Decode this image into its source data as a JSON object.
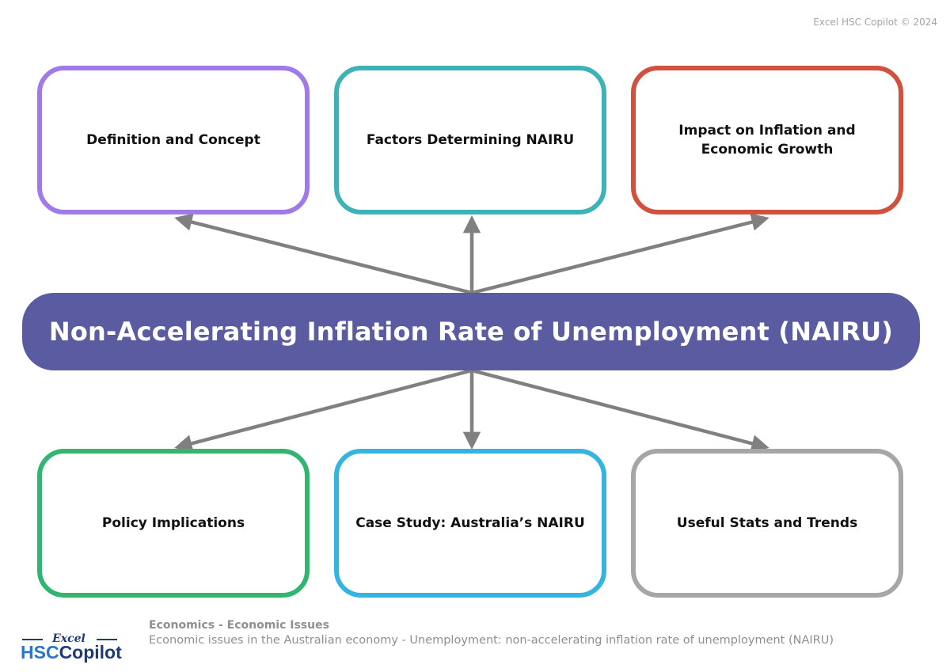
{
  "copyright": "Excel HSC Copilot © 2024",
  "center": {
    "title": "Non-Accelerating Inflation Rate of Unemployment (NAIRU)",
    "color": "#5a5ba0"
  },
  "connector_color": "#808080",
  "boxes": [
    {
      "label": "Definition and Concept",
      "color": "#a07ae8"
    },
    {
      "label": "Factors Determining NAIRU",
      "color": "#3fb2b8"
    },
    {
      "label": "Impact on Inflation and Economic Growth",
      "color": "#d1513f"
    },
    {
      "label": "Policy Implications",
      "color": "#32b570"
    },
    {
      "label": "Case Study: Australia’s NAIRU",
      "color": "#33b5e0"
    },
    {
      "label": "Useful Stats and Trends",
      "color": "#a6a6a6"
    }
  ],
  "footer": {
    "logo": {
      "excel": "Excel",
      "hsc": "HSC",
      "copilot": "Copilot"
    },
    "subject": "Economics - Economic Issues",
    "topic": "Economic issues in the Australian economy - Unemployment: non-accelerating inflation rate of unemployment (NAIRU)"
  }
}
